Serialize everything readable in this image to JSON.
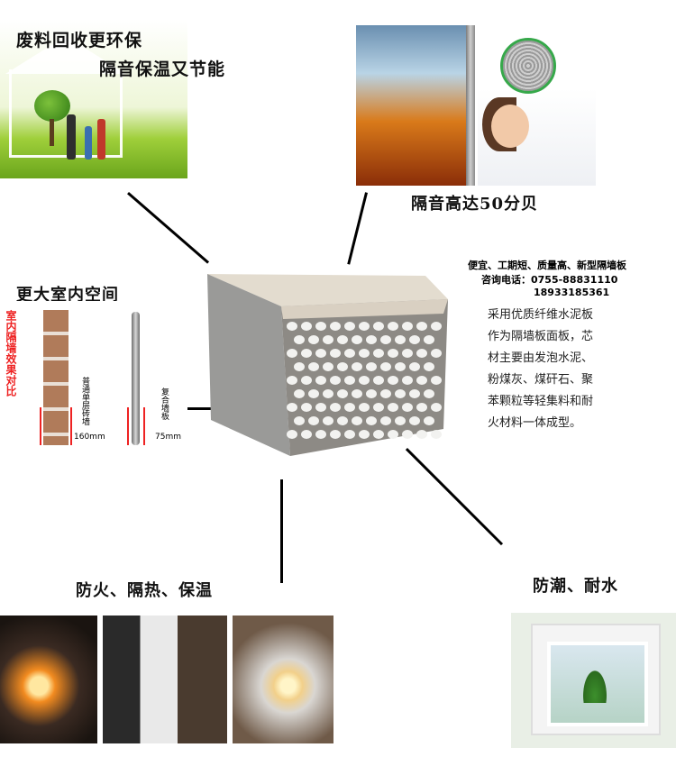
{
  "headings": {
    "eco_line1": "废料回收更环保",
    "eco_line2": "隔音保温又节能",
    "sound": "隔音高达50分贝",
    "space": "更大室内空间",
    "fire": "防火、隔热、保温",
    "water": "防潮、耐水"
  },
  "compare": {
    "side_label": "室内隔墙效果对比",
    "brick_label": "普通单层砖墙",
    "brick_size": "160mm",
    "panel_label": "复合墙板",
    "panel_size": "75mm"
  },
  "contact": {
    "tagline": "便宜、工期短、质量高、新型隔墙板",
    "phone_label": "咨询电话：",
    "phone1": "0755-88831110",
    "phone2": "18933185361"
  },
  "description": [
    "采用优质纤维水泥板",
    "作为隔墙板面板，芯",
    "材主要由发泡水泥、",
    "粉煤灰、煤矸石、聚",
    "苯颗粒等轻集料和耐",
    "火材料一体成型。"
  ],
  "colors": {
    "accent_red": "#e22222",
    "lens_green": "#36a84a"
  }
}
